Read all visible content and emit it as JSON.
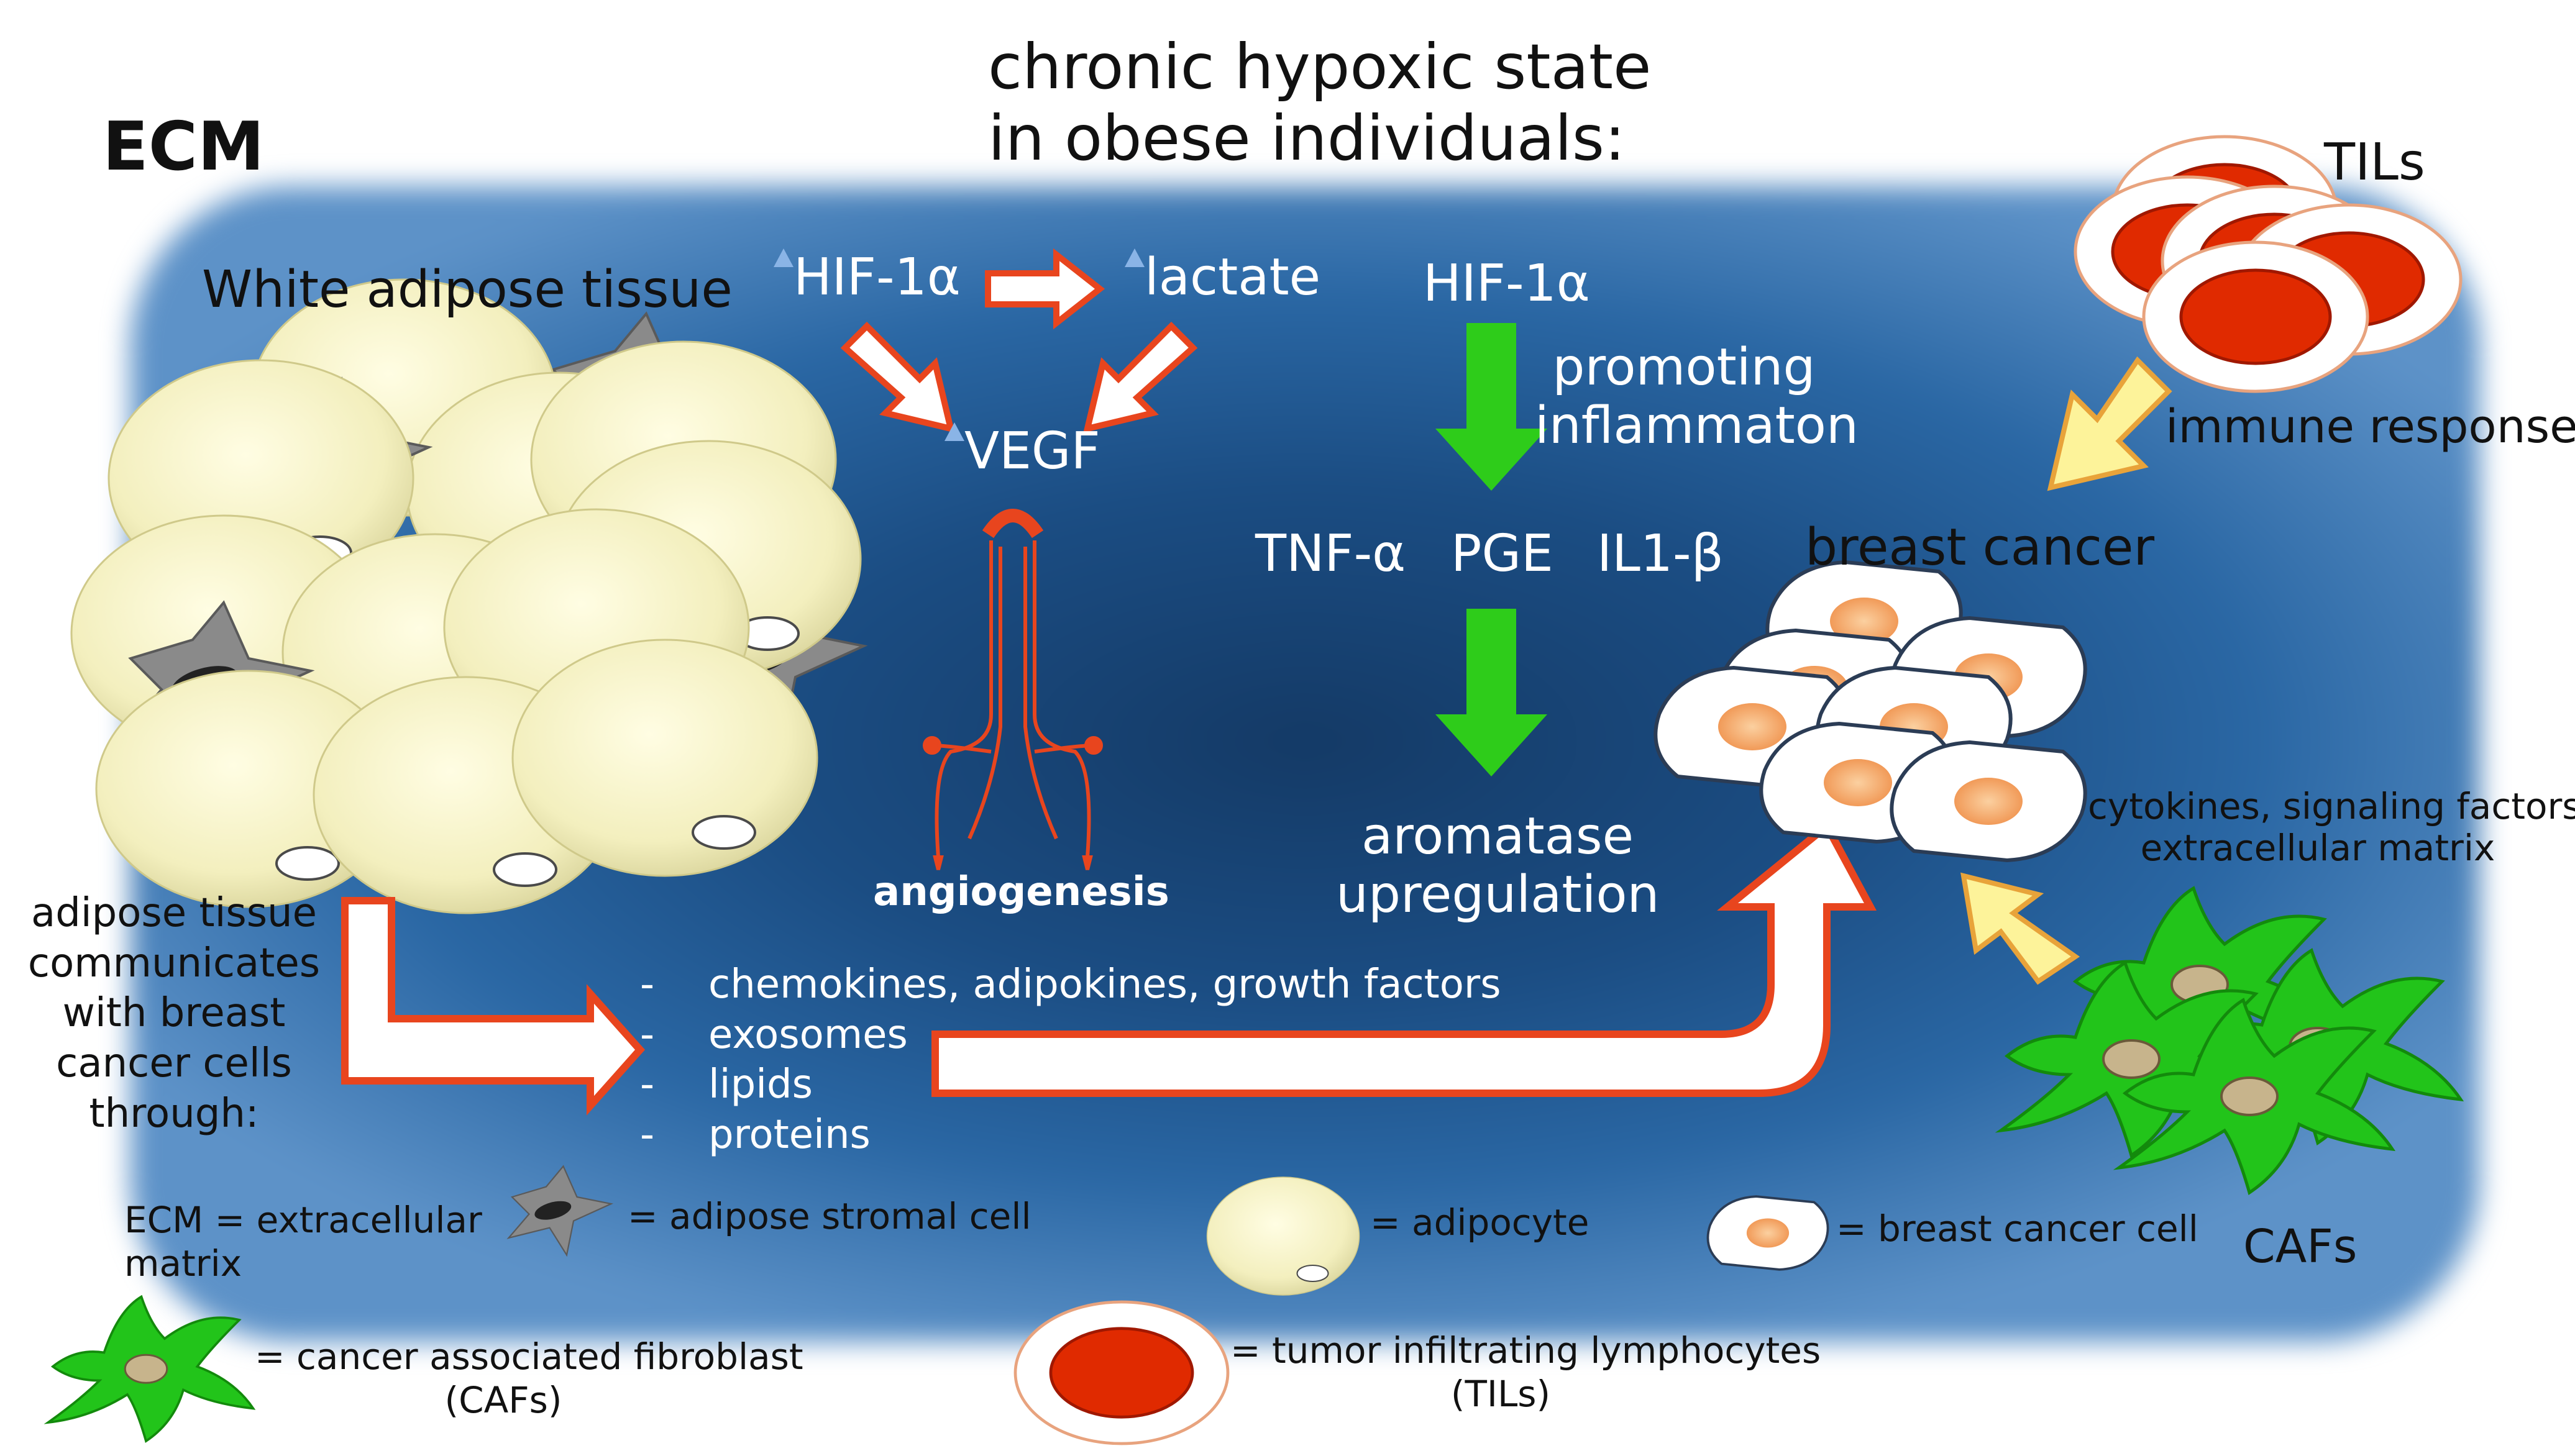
{
  "title": {
    "line1": "chronic hypoxic state",
    "line2": "in obese individuals:"
  },
  "ecm_label": "ECM",
  "white_adipose": "White adipose tissue",
  "hypoxia": {
    "hif1a_left": "HIF-1α",
    "lactate": "lactate",
    "vegf": "VEGF",
    "angiogenesis": "angiogenesis"
  },
  "inflammation": {
    "hif1a": "HIF-1α",
    "promoting_line1": "promoting",
    "promoting_line2": "inflammaton",
    "cytokines": [
      "TNF-α",
      "PGE",
      "IL1-β"
    ],
    "aromatase_line1": "aromatase",
    "aromatase_line2": "upregulation"
  },
  "tils_label": "TILs",
  "immune_response": "immune response",
  "breast_cancer": "breast cancer",
  "caf_signals": {
    "line1": "cytokines, signaling factors,",
    "line2": "extracellular matrix"
  },
  "cafs_label": "CAFs",
  "communication": {
    "line1": "adipose tissue",
    "line2": "communicates",
    "line3": "with breast",
    "line4": "cancer cells",
    "line5": "through:"
  },
  "mediators": [
    {
      "dash": "-",
      "text": "chemokines, adipokines, growth factors"
    },
    {
      "dash": "-",
      "text": "exosomes"
    },
    {
      "dash": "-",
      "text": "lipids"
    },
    {
      "dash": "-",
      "text": "proteins"
    }
  ],
  "legend": {
    "ecm_line1": "ECM = extracellular",
    "ecm_line2": "matrix",
    "stromal": "= adipose stromal cell",
    "adipocyte": "= adipocyte",
    "cancer_cell": "= breast cancer cell",
    "caf_line1": "= cancer associated fibroblast",
    "caf_line2": "(CAFs)",
    "til_line1": "= tumor infiltrating lymphocytes",
    "til_line2": "(TILs)"
  },
  "colors": {
    "background": "#1b4d83",
    "adipocyte": "#f6f3c4",
    "stromal": "#8c8c8c",
    "red_arrow": "#e8451e",
    "green_arrow": "#2ecc1a",
    "yellow_arrow": "#fdf39a",
    "til": "#e02a00",
    "caf": "#22c41a",
    "cancer_nucleus": "#f7b27a"
  }
}
